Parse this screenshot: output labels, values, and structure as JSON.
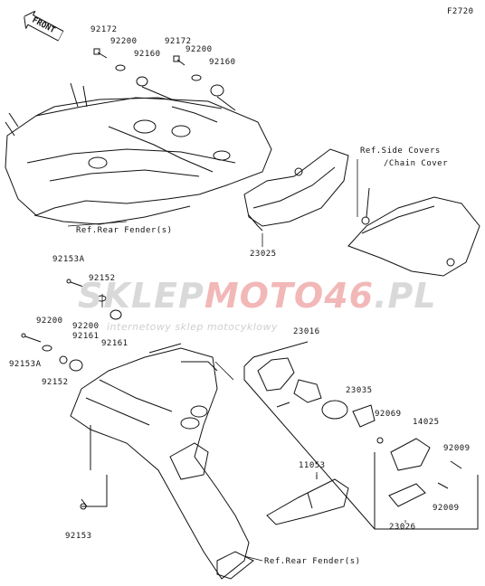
{
  "figure_code": "F2720",
  "front_label": "FRONT",
  "watermark": {
    "brand_pre": "SKLEP",
    "brand_mid": "MOTO",
    "brand_num": "46",
    "brand_tld": ".PL",
    "tagline": "internetowy sklep motocyklowy"
  },
  "references": {
    "side_covers_line1": "Ref.Side Covers",
    "side_covers_line2": "/Chain Cover",
    "rear_fender_upper": "Ref.Rear Fender(s)",
    "rear_fender_lower": "Ref.Rear Fender(s)"
  },
  "part_labels": {
    "p92172_a": "92172",
    "p92200_a": "92200",
    "p92172_b": "92172",
    "p92160_a": "92160",
    "p92200_b": "92200",
    "p92160_b": "92160",
    "p23025": "23025",
    "p92153A_a": "92153A",
    "p92152_a": "92152",
    "p92200_c": "92200",
    "p92200_d": "92200",
    "p92161_a": "92161",
    "p92161_b": "92161",
    "p92153A_b": "92153A",
    "p92152_b": "92152",
    "p23016": "23016",
    "p23035": "23035",
    "p92069": "92069",
    "p14025": "14025",
    "p92009_a": "92009",
    "p11053": "11053",
    "p92009_b": "92009",
    "p23026": "23026",
    "p92153": "92153"
  }
}
